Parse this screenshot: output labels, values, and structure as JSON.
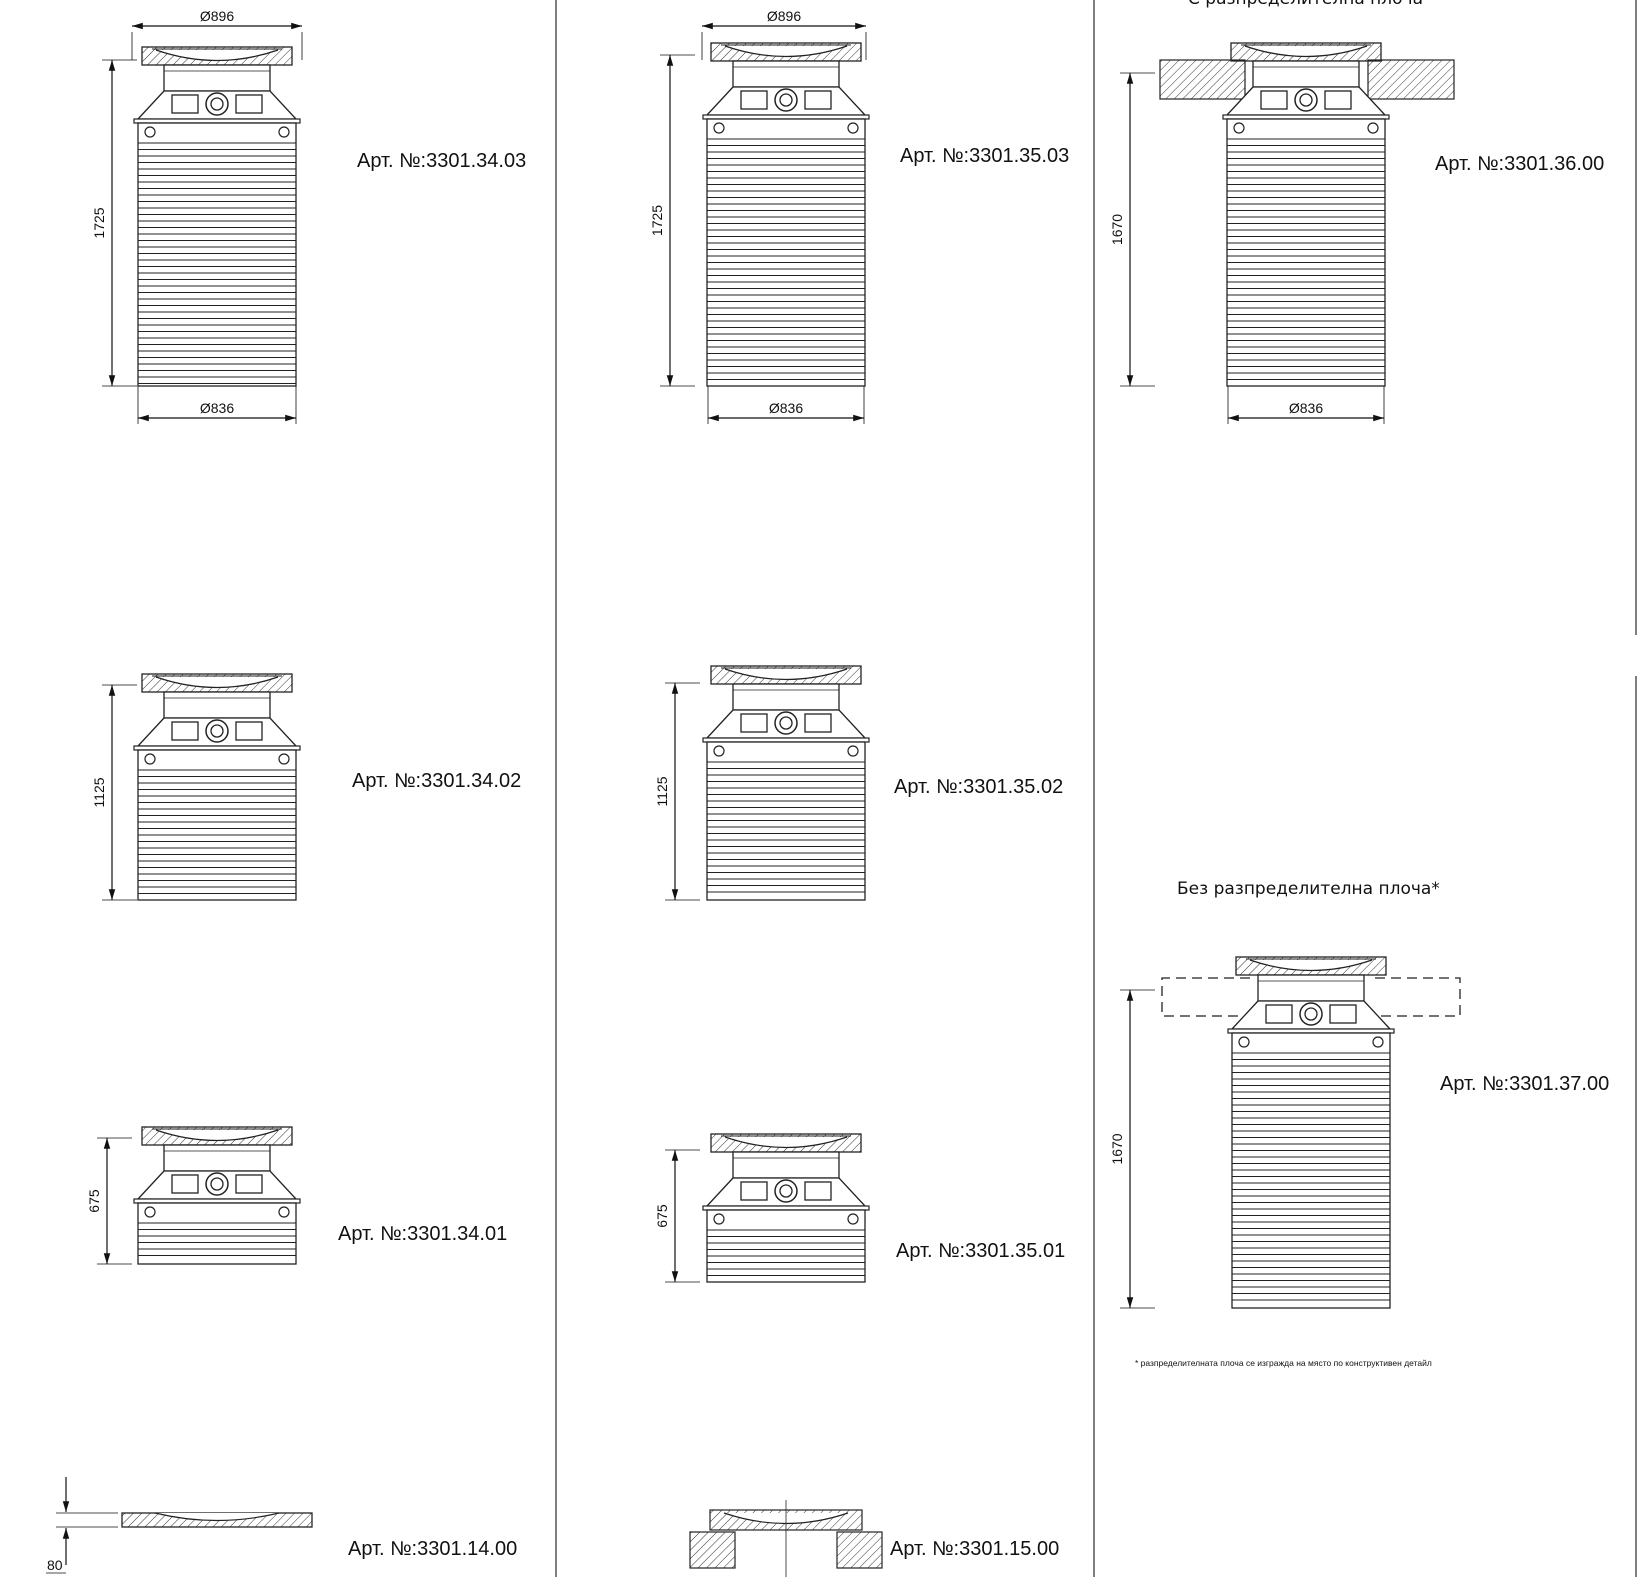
{
  "columns": {
    "col1": {
      "items": [
        {
          "article": "Арт. №:3301.34.03",
          "height_dim": "1725",
          "top_dia": "Ø896",
          "bottom_dia": "Ø836"
        },
        {
          "article": "Арт. №:3301.34.02",
          "height_dim": "1125"
        },
        {
          "article": "Арт. №:3301.34.01",
          "height_dim": "675"
        },
        {
          "article": "Арт. №:3301.14.00",
          "height_dim": "80"
        }
      ]
    },
    "col2": {
      "items": [
        {
          "article": "Арт. №:3301.35.03",
          "height_dim": "1725",
          "top_dia": "Ø896",
          "bottom_dia": "Ø836"
        },
        {
          "article": "Арт. №:3301.35.02",
          "height_dim": "1125"
        },
        {
          "article": "Арт. №:3301.35.01",
          "height_dim": "675"
        },
        {
          "article": "Арт. №:3301.15.00"
        }
      ]
    },
    "col3": {
      "heading_top": "С разпределителна плоча",
      "heading_mid": "Без разпределителна плоча*",
      "items": [
        {
          "article": "Арт. №:3301.36.00",
          "height_dim": "1670",
          "bottom_dia": "Ø836"
        },
        {
          "article": "Арт. №:3301.37.00",
          "height_dim": "1670"
        }
      ],
      "footnote": "* разпределителната плоча се изгражда на място по конструктивен детайл"
    }
  },
  "colors": {
    "line": "#222222",
    "divider": "#555555"
  }
}
